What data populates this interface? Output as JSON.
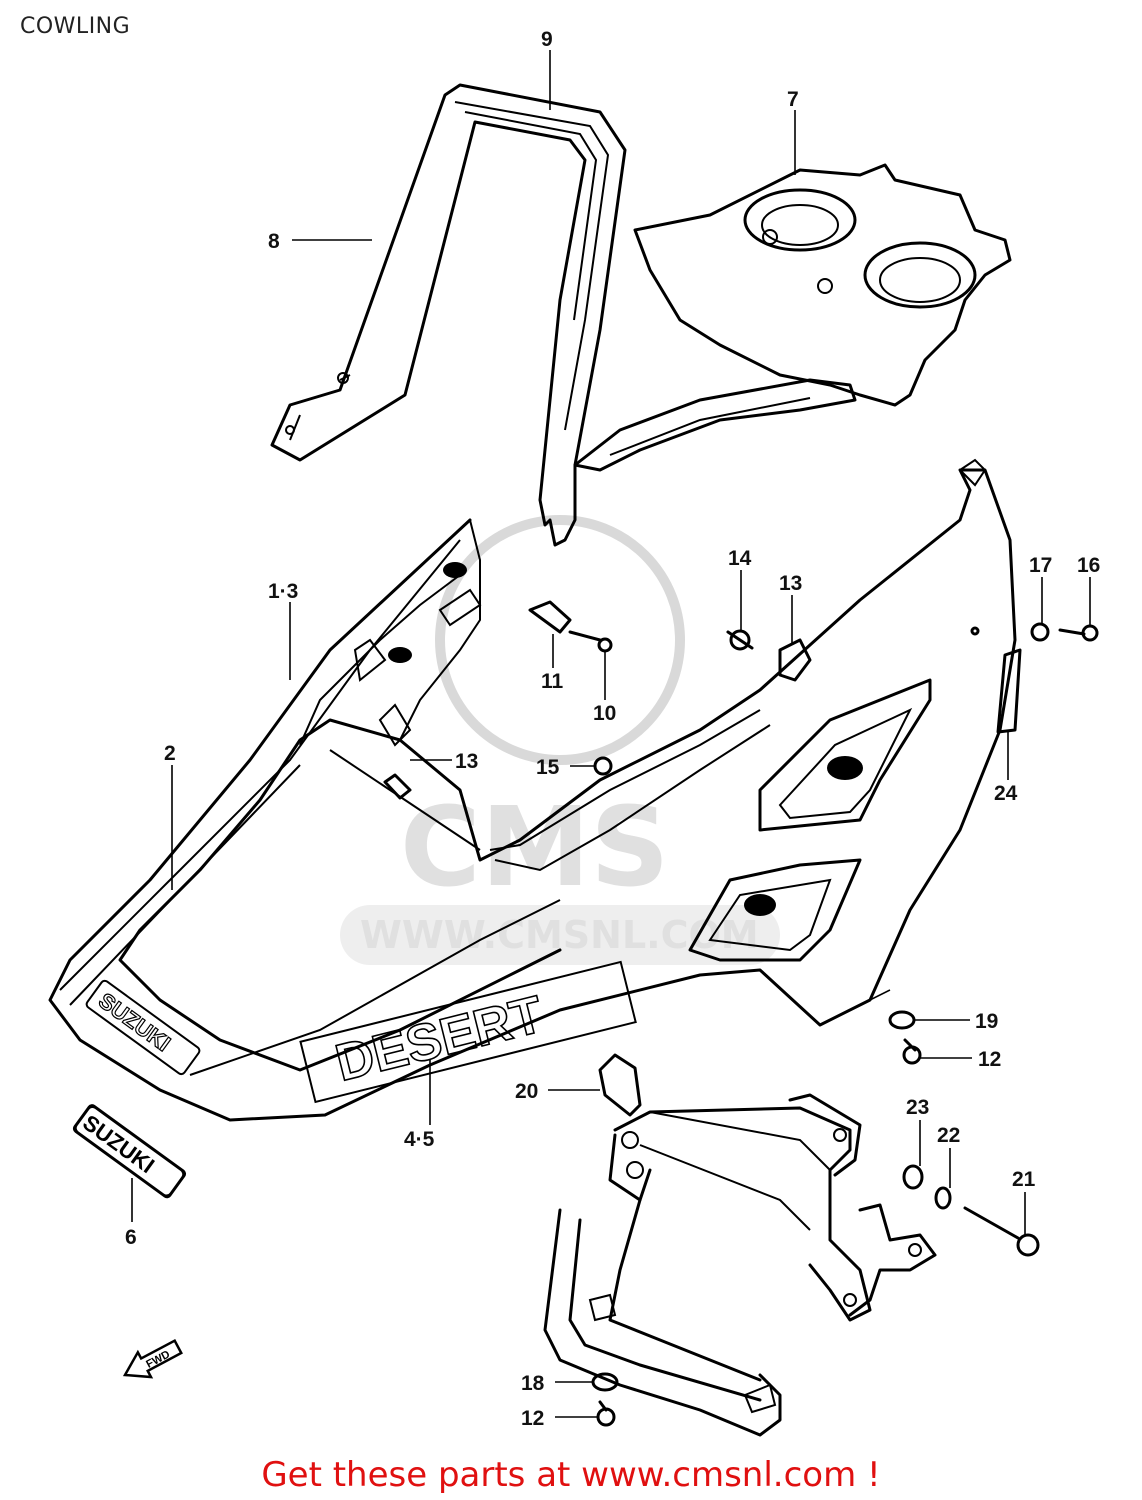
{
  "header": {
    "title": "COWLING"
  },
  "footer": {
    "text": "Get these parts at www.cmsnl.com !"
  },
  "watermark": {
    "text": "CMS",
    "url": "WWW.CMSNL.COM"
  },
  "diagram": {
    "decals": {
      "brand": "SUZUKI",
      "model": "DESERT",
      "arrow": "FWD"
    },
    "callouts": [
      {
        "id": "c9",
        "label": "9"
      },
      {
        "id": "c7",
        "label": "7"
      },
      {
        "id": "c8",
        "label": "8"
      },
      {
        "id": "c14",
        "label": "14"
      },
      {
        "id": "c13a",
        "label": "13"
      },
      {
        "id": "c17",
        "label": "17"
      },
      {
        "id": "c16",
        "label": "16"
      },
      {
        "id": "c13",
        "label": "1·3"
      },
      {
        "id": "c11",
        "label": "11"
      },
      {
        "id": "c10",
        "label": "10"
      },
      {
        "id": "c2",
        "label": "2"
      },
      {
        "id": "c13b",
        "label": "13"
      },
      {
        "id": "c15",
        "label": "15"
      },
      {
        "id": "c24",
        "label": "24"
      },
      {
        "id": "c19",
        "label": "19"
      },
      {
        "id": "c12a",
        "label": "12"
      },
      {
        "id": "c20",
        "label": "20"
      },
      {
        "id": "c23",
        "label": "23"
      },
      {
        "id": "c45",
        "label": "4·5"
      },
      {
        "id": "c22",
        "label": "22"
      },
      {
        "id": "c21",
        "label": "21"
      },
      {
        "id": "c6",
        "label": "6"
      },
      {
        "id": "c18",
        "label": "18"
      },
      {
        "id": "c12b",
        "label": "12"
      }
    ]
  }
}
